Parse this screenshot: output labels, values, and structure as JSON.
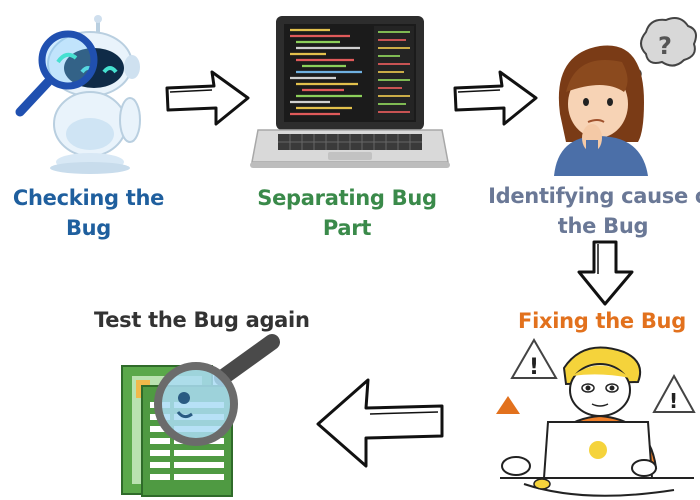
{
  "colors": {
    "step1": "#1f5f9e",
    "step2": "#3a8a4a",
    "step3": "#6a7896",
    "step4": "#e2711d",
    "step5": "#333333"
  },
  "steps": [
    {
      "line1": "Checking the",
      "line2": "Bug",
      "icon": "robot-with-magnifier"
    },
    {
      "line1": "Separating Bug",
      "line2": "Part",
      "icon": "laptop-with-code"
    },
    {
      "line1": "Identifying cause of",
      "line2": "the Bug",
      "icon": "thinking-person"
    },
    {
      "line1": "Fixing the Bug",
      "icon": "person-at-laptop-with-warnings"
    },
    {
      "line1": "Test the Bug again",
      "icon": "documents-with-magnifier"
    }
  ]
}
